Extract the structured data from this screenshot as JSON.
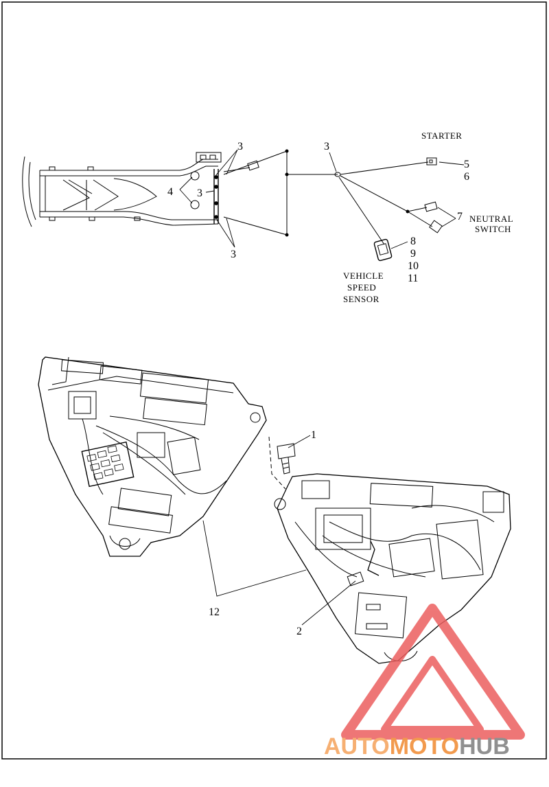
{
  "callouts": {
    "c1": "1",
    "c2": "2",
    "c3a": "3",
    "c3b": "3",
    "c3c": "3",
    "c3d": "3",
    "c4": "4",
    "c5": "5",
    "c6": "6",
    "c7": "7",
    "c8": "8",
    "c9": "9",
    "c10": "10",
    "c11": "11",
    "c12": "12"
  },
  "captions": {
    "starter": "STARTER",
    "neutral_switch_l1": "NEUTRAL",
    "neutral_switch_l2": "SWITCH",
    "vss_l1": "VEHICLE",
    "vss_l2": "SPEED",
    "vss_l3": "SENSOR"
  },
  "watermark": {
    "part1": "AUTO",
    "part2": "MOTO",
    "part3": "HUB",
    "color_part1": "#f5a25a",
    "color_part2": "#f0892f",
    "color_part3": "#7d7d7d",
    "triangle_color": "#ec5f5f"
  }
}
